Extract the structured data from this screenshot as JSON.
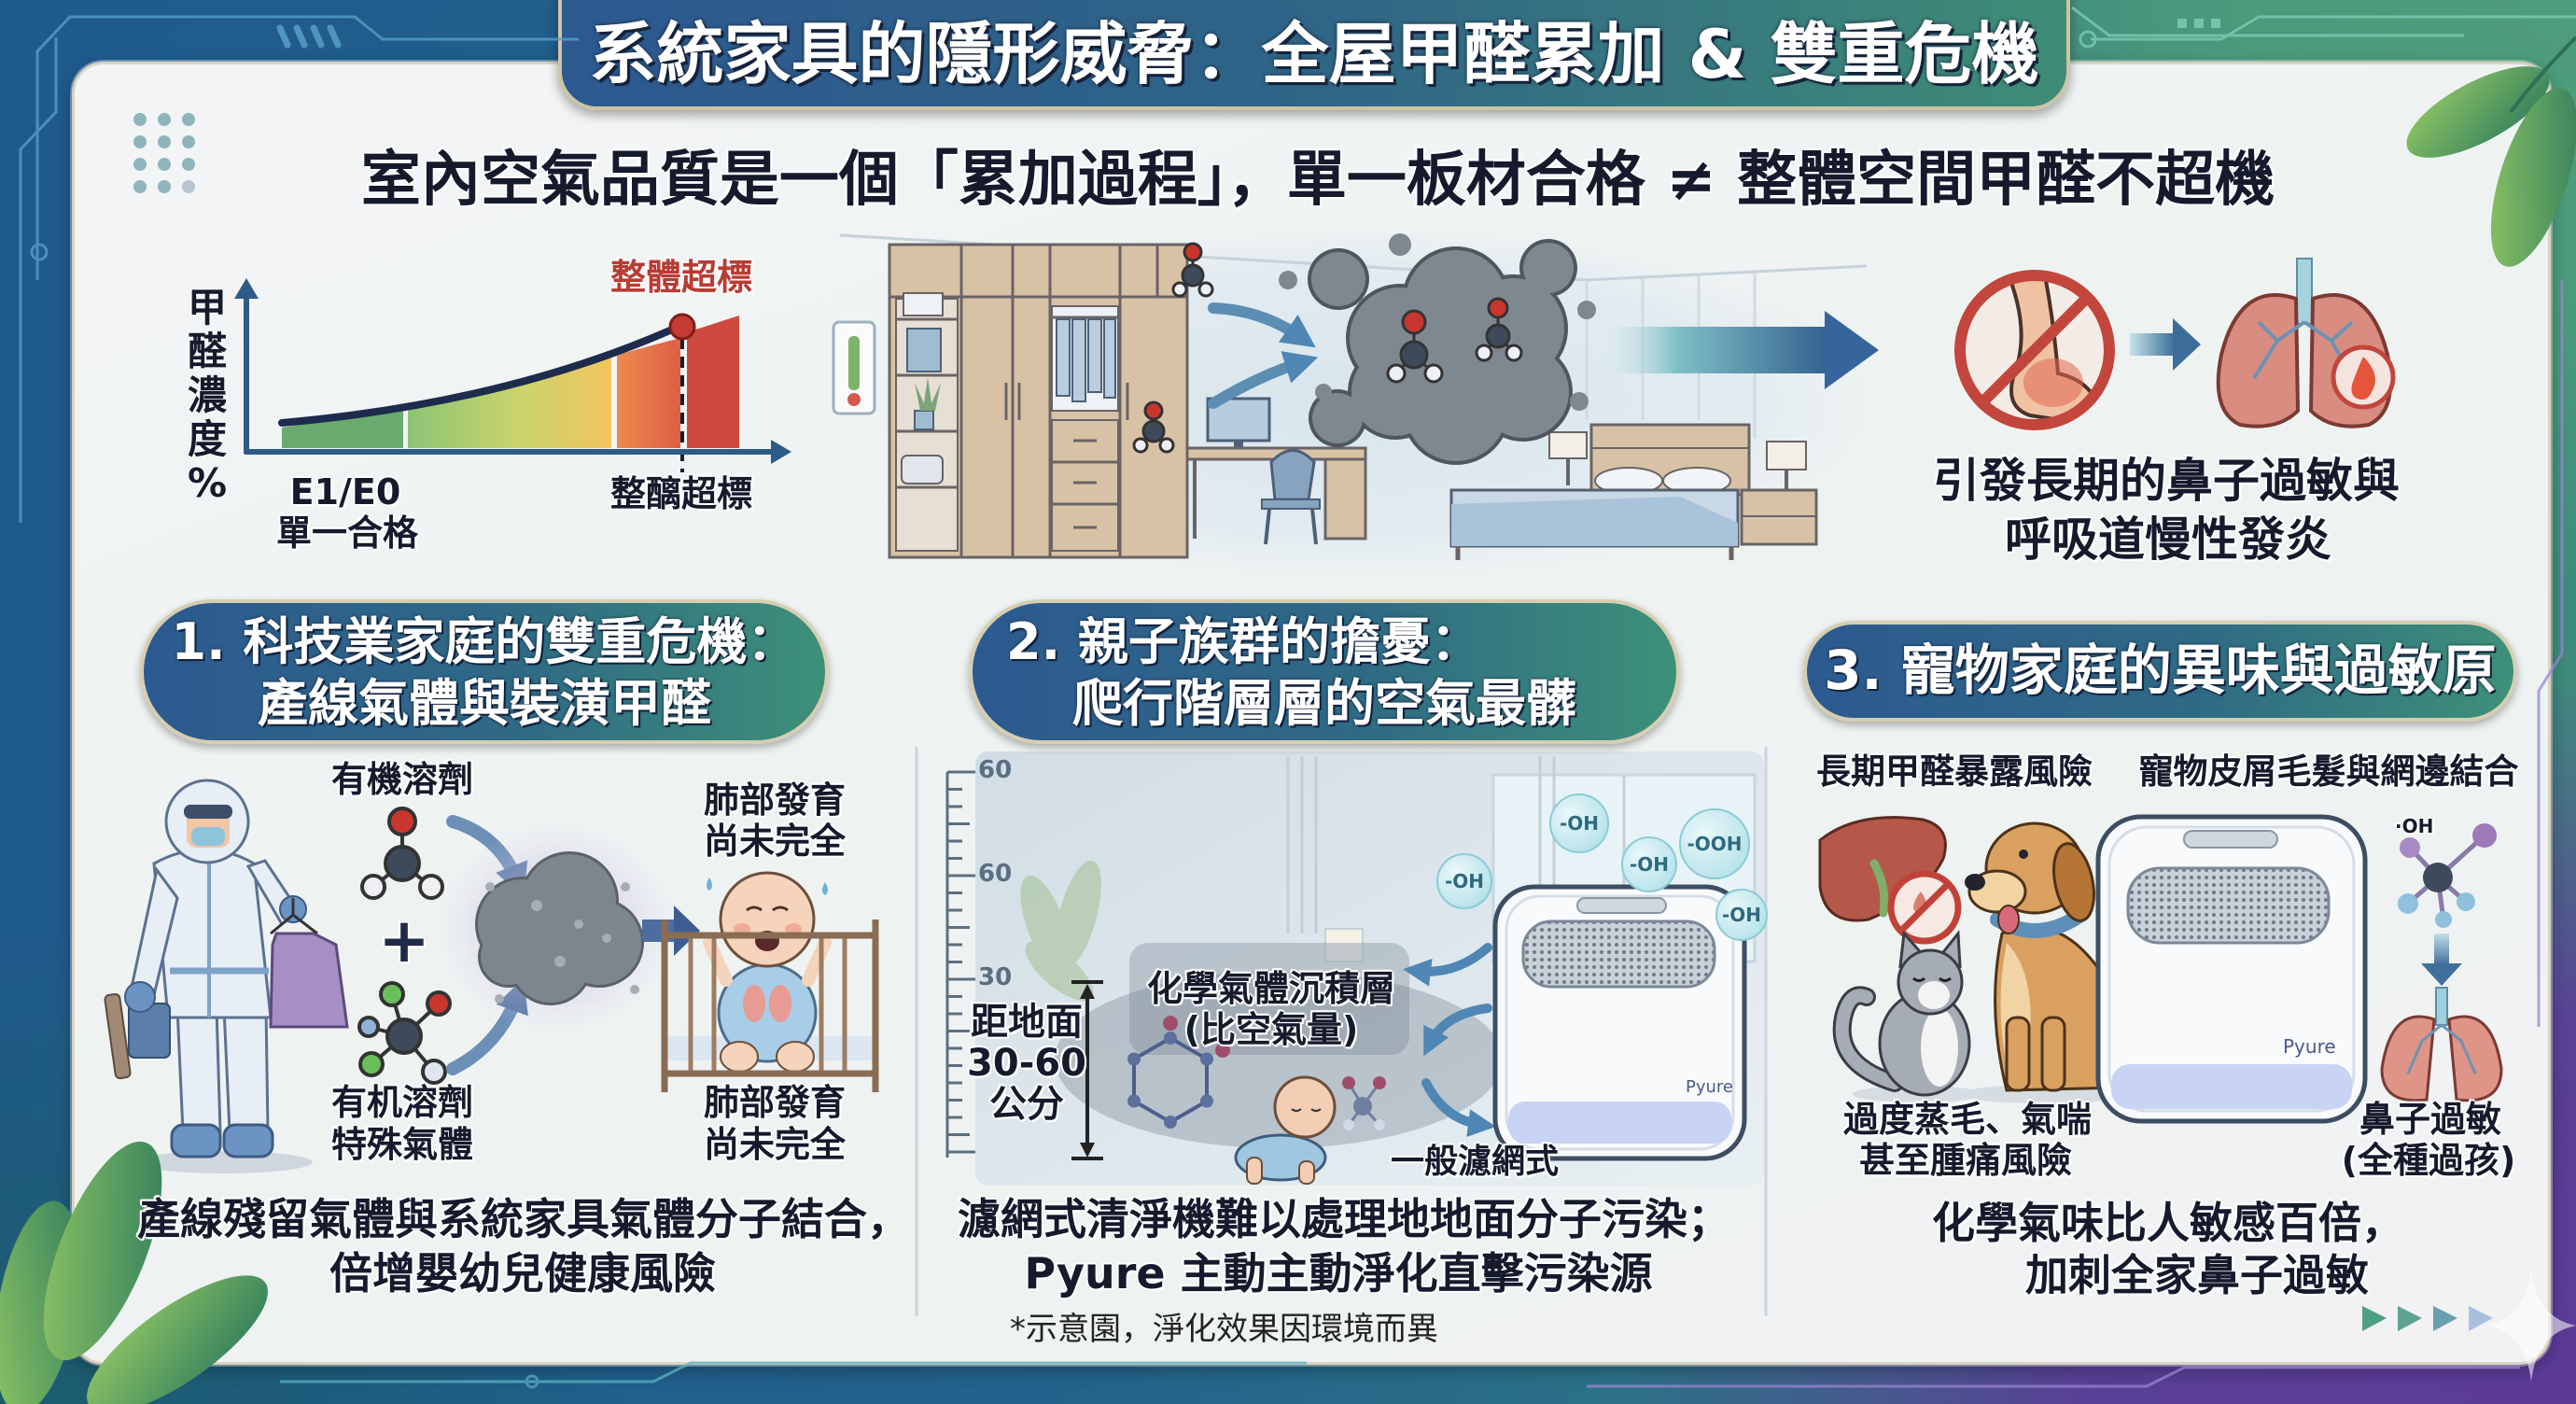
{
  "header": {
    "title": "系統家具的隱形威脅：全屋甲醛累加 & 雙重危機",
    "subtitle": "室內空氣品質是一個「累加過程」，單一板材合格 ≠ 整體空間甲醛不超機"
  },
  "accumulation_chart": {
    "y_axis_label": [
      "甲",
      "醛",
      "濃",
      "度",
      "%"
    ],
    "peak_label": "整體超標",
    "x_label_start": [
      "E1/E0",
      "單一合格"
    ],
    "x_label_end": "整醨超標",
    "band_colors": [
      "#6aaa6e",
      "#8cc474",
      "#f2c45e",
      "#e5744c",
      "#cf4a3e"
    ]
  },
  "health_effect": {
    "lines": [
      "引發長期的鼻子過敏與",
      "呼吸道慢性發炎"
    ]
  },
  "sections": [
    {
      "header_lines": [
        "1. 科技業家庭的雙重危機：",
        "產線氣體與裝潢甲醛"
      ],
      "labels": {
        "solvent": "有機溶劑",
        "plus": "+",
        "gas": [
          "有机溶劑",
          "特殊氣體"
        ],
        "lung_top": [
          "肺部發育",
          "尚未完全"
        ],
        "lung_bottom": [
          "肺部發育",
          "尚未完全"
        ]
      },
      "caption": [
        "產線殘留氣體與系統家具氣體分子結合，",
        "倍增嬰幼兒健康風險"
      ]
    },
    {
      "header_lines": [
        "2. 親子族群的擔憂：",
        "爬行階層層的空氣最髒"
      ],
      "ruler_ticks": [
        "60",
        "60",
        "30"
      ],
      "height_label": [
        "距地面",
        "30-60",
        "公分"
      ],
      "layer_label": [
        "化學氣體沉積層",
        "(比空氣量)"
      ],
      "filter_label": "一般濾網式",
      "radicals": [
        "-OH",
        "-OH",
        "-OH",
        "-OOH",
        "-OH"
      ],
      "brand": "Pyure",
      "caption": [
        "濾網式清淨機難以處理地地面分子污染；",
        "Pyure 主動主動淨化直擊污染源"
      ],
      "note": "*示意園，淨化效果因環境而異"
    },
    {
      "header_lines": [
        "3. 寵物家庭的異味與過敏原"
      ],
      "sub_labels": [
        "長期甲醛暴露風險",
        "寵物皮屑毛髮與網邊結合"
      ],
      "pet_risk": [
        "過度蒸毛、氣喘",
        "甚至腫痛風險"
      ],
      "allergy": [
        "鼻子過敏",
        "(全種過孩)"
      ],
      "radical": "·OH",
      "brand": "Pyure",
      "caption": [
        "化學氣味比人敏感百倍，",
        "加刺全家鼻子過敏"
      ]
    }
  ],
  "theme": {
    "border_blue": "#1f5a8d",
    "border_green": "#4e9d7c",
    "border_purple": "#5c3a98",
    "pill_gradient": [
      "#2c5a90",
      "#3d9078"
    ],
    "alert_red": "#b83c34",
    "text_dark": "#151a2c"
  }
}
